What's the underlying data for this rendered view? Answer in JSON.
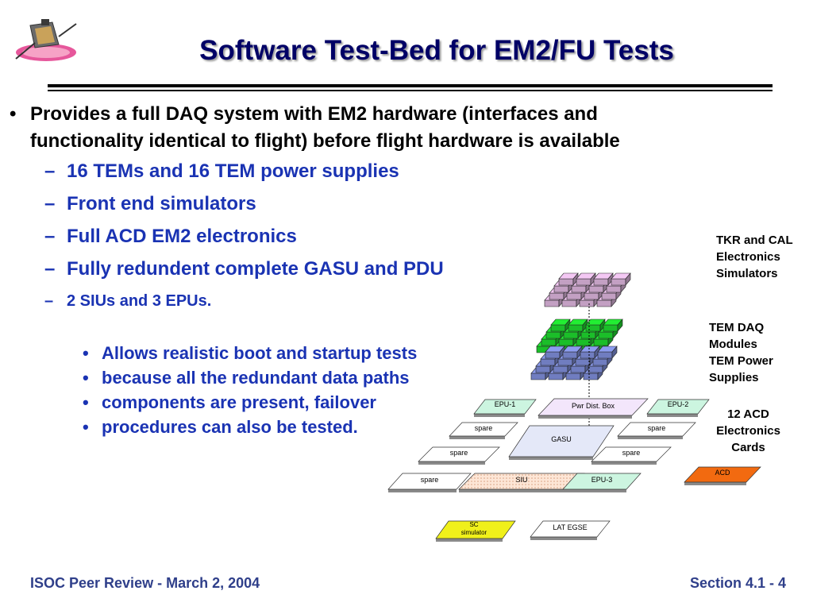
{
  "title": "Software Test-Bed for EM2/FU Tests",
  "main_bullet": {
    "line1": "Provides a full DAQ system with EM2 hardware (interfaces and",
    "line2": "functionality identical to flight) before flight hardware is available"
  },
  "sub_bullets": [
    "16 TEMs and 16 TEM power supplies",
    "Front end simulators",
    "Full ACD EM2 electronics",
    "Fully redundent complete GASU and PDU",
    "2 SIUs and 3 EPUs."
  ],
  "level3_bullets": [
    "Allows realistic boot and startup tests",
    "because all the redundant data paths",
    "components are present, failover",
    "procedures can also be tested."
  ],
  "diagram": {
    "label_tkr": [
      "TKR and CAL",
      "Electronics",
      "Simulators"
    ],
    "label_tem": [
      "TEM DAQ",
      "Modules",
      "TEM Power",
      "Supplies"
    ],
    "label_acd": [
      "12 ACD",
      "Electronics",
      "Cards"
    ],
    "boxes": {
      "epu1": "EPU-1",
      "pwr": "Pwr Dist.  Box",
      "epu2": "EPU-2",
      "spare1": "spare",
      "gasu": "GASU",
      "spare2": "spare",
      "spare3": "spare",
      "spare4": "spare",
      "spare5": "spare",
      "siu": "SIU",
      "epu3": "EPU-3",
      "acd": "ACD",
      "sc1": "SC",
      "sc2": "simulator",
      "egse": "LAT EGSE"
    },
    "colors": {
      "pink": "#f4c8f4",
      "green": "#22ee33",
      "blue": "#8c9cf0",
      "acd": "#f26a10",
      "sc": "#f0f01a",
      "mint": "#ccf5e0",
      "lavender": "#f3e6fb"
    }
  },
  "footer": {
    "left": "ISOC Peer Review -  March 2, 2004",
    "right": "Section 4.1 - 4"
  }
}
